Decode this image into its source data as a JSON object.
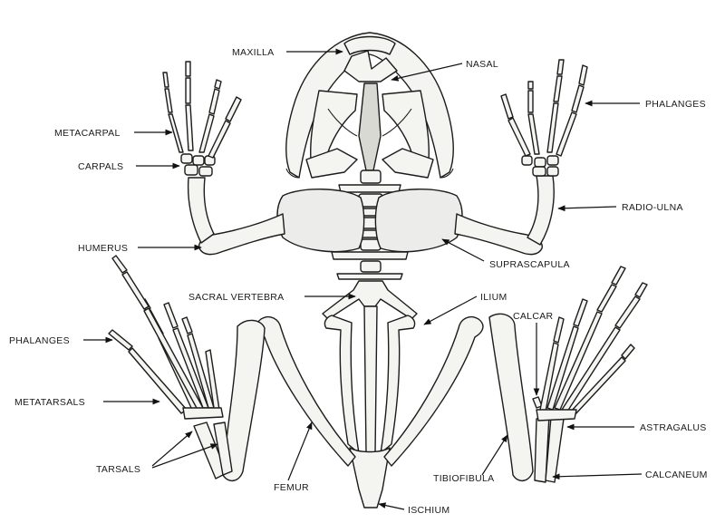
{
  "labels": {
    "maxilla": "MAXILLA",
    "nasal": "NASAL",
    "metacarpal": "METACARPAL",
    "carpals": "CARPALS",
    "phalanges_fore": "PHALANGES",
    "radio_ulna": "RADIO-ULNA",
    "humerus": "HUMERUS",
    "suprascapula": "SUPRASCAPULA",
    "sacral_vertebra": "SACRAL VERTEBRA",
    "ilium": "ILIUM",
    "calcar": "CALCAR",
    "phalanges_hind": "PHALANGES",
    "metatarsals": "METATARSALS",
    "astragalus": "ASTRAGALUS",
    "tarsals": "TARSALS",
    "tibiofibula": "TIBIOFIBULA",
    "calcaneum": "CALCANEUM",
    "femur": "FEMUR",
    "ischium": "ISCHIUM"
  }
}
